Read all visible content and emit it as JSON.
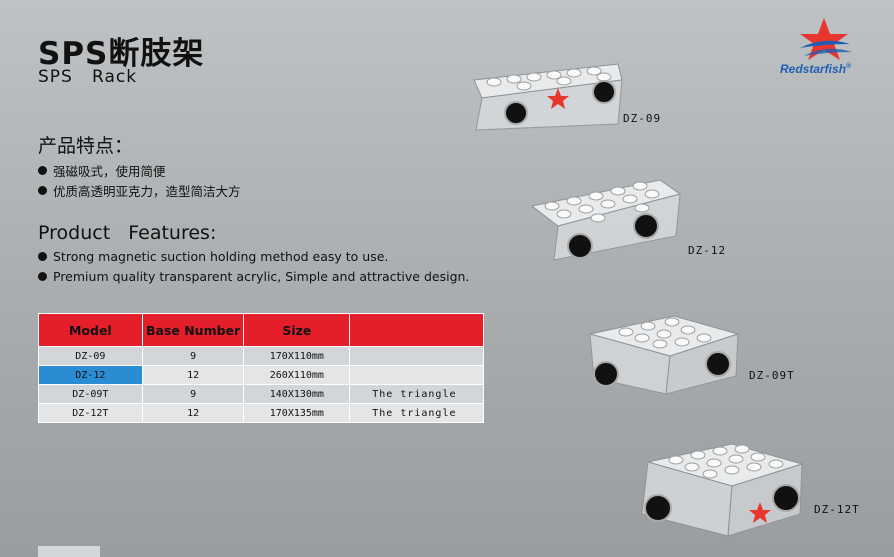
{
  "header": {
    "title_cn": "SPS断肢架",
    "title_en": "SPS   Rack"
  },
  "brand": {
    "name": "Redstarfish",
    "mark": "®"
  },
  "features_cn": {
    "heading": "产品特点：",
    "items": [
      "强磁吸式，使用简便",
      "优质高透明亚克力，造型简洁大方"
    ]
  },
  "features_en": {
    "heading": "Product   Features:",
    "items": [
      "Strong magnetic suction holding method easy to use.",
      "Premium quality transparent acrylic, Simple and attractive design."
    ]
  },
  "table": {
    "headers": [
      "Model",
      "Base Number",
      "Size",
      ""
    ],
    "rows": [
      {
        "model": "DZ-09",
        "base": "9",
        "size": "170X110mm",
        "note": ""
      },
      {
        "model": "DZ-12",
        "base": "12",
        "size": "260X110mm",
        "note": ""
      },
      {
        "model": "DZ-09T",
        "base": "9",
        "size": "140X130mm",
        "note": "The triangle"
      },
      {
        "model": "DZ-12T",
        "base": "12",
        "size": "170X135mm",
        "note": "The triangle"
      }
    ],
    "highlight_color": "#2a8dd4",
    "header_color": "#e41e2a"
  },
  "products": [
    {
      "label": "DZ-09",
      "icon": "rack-dz09-image"
    },
    {
      "label": "DZ-12",
      "icon": "rack-dz12-image"
    },
    {
      "label": "DZ-09T",
      "icon": "rack-dz09t-image"
    },
    {
      "label": "DZ-12T",
      "icon": "rack-dz12t-image"
    }
  ]
}
